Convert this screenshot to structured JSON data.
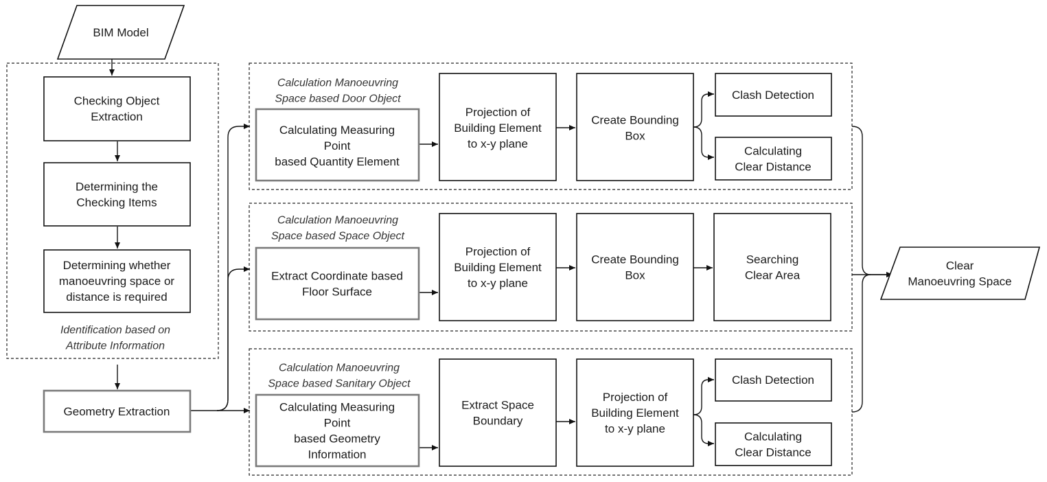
{
  "colors": {
    "stroke": "#111111",
    "dashed": "#222222",
    "caption": "#333333",
    "background": "#ffffff"
  },
  "nodes": {
    "bim_model": [
      "BIM Model"
    ],
    "checking_object": [
      "Checking Object",
      "Extraction"
    ],
    "determining_items": [
      "Determining the",
      "Checking Items"
    ],
    "determining_whether": [
      "Determining whether",
      "manoeuvring space or",
      "distance  is required"
    ],
    "geometry_extraction": [
      "Geometry Extraction"
    ],
    "door_calc": [
      "Calculating Measuring",
      "Point",
      "based Quantity Element"
    ],
    "door_proj": [
      "Projection of",
      "Building Element",
      "to x-y plane"
    ],
    "door_bbox": [
      "Create Bounding",
      "Box"
    ],
    "door_clash": [
      "Clash Detection"
    ],
    "door_clear": [
      "Calculating",
      "Clear Distance"
    ],
    "space_extract": [
      "Extract Coordinate  based",
      "Floor Surface"
    ],
    "space_proj": [
      "Projection of",
      "Building Element",
      "to x-y plane"
    ],
    "space_bbox": [
      "Create Bounding",
      "Box"
    ],
    "space_search": [
      "Searching",
      "Clear Area"
    ],
    "san_calc": [
      "Calculating Measuring",
      "Point",
      "based Geometry",
      "Information"
    ],
    "san_extract": [
      "Extract Space",
      "Boundary"
    ],
    "san_proj": [
      "Projection of",
      "Building Element",
      "to x-y plane"
    ],
    "san_clash": [
      "Clash Detection"
    ],
    "san_clear": [
      "Calculating",
      "Clear Distance"
    ],
    "output": [
      "Clear",
      "Manoeuvring Space"
    ]
  },
  "captions": {
    "identification": [
      "Identification based on",
      "Attribute Information"
    ],
    "door_group": [
      "Calculation Manoeuvring",
      "Space based Door Object"
    ],
    "space_group": [
      "Calculation Manoeuvring",
      "Space based Space Object"
    ],
    "sanitary_group": [
      "Calculation Manoeuvring",
      "Space based Sanitary Object"
    ]
  }
}
